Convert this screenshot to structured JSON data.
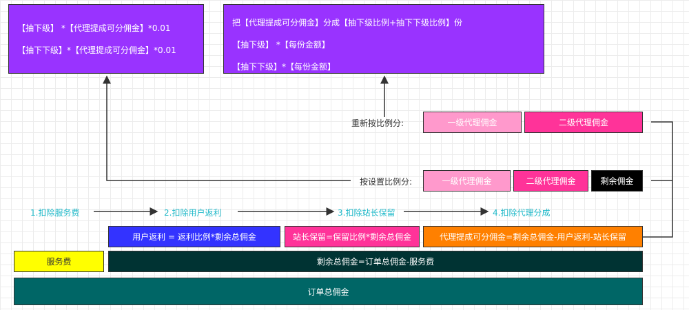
{
  "formula_left": {
    "line1": "【抽下级】 *【代理提成可分佣金】*0.01",
    "line2": "【抽下下级】*【代理提成可分佣金】*0.01"
  },
  "formula_right": {
    "line1": "把【代理提成可分佣金】分成【抽下级比例+抽下下级比例】份",
    "line2": "【抽下级】 *【每份金额】",
    "line3": "【抽下下级】*【每份金额】"
  },
  "labels": {
    "reallocate": "重新按比例分:",
    "by_setting": "按设置比例分:"
  },
  "row_reallocate": {
    "first": "一级代理佣金",
    "second": "二级代理佣金"
  },
  "row_setting": {
    "first": "一级代理佣金",
    "second": "二级代理佣金",
    "remaining": "剩余佣金"
  },
  "steps": {
    "s1": "1.扣除服务费",
    "s2": "2.扣除用户返利",
    "s3": "3.扣除站长保留",
    "s4": "4.扣除代理分成"
  },
  "components": {
    "user_rebate": "用户返利  = 返利比例*剩余总佣金",
    "owner_keep": "站长保留=保留比例*剩余总佣金",
    "agent_commission": "代理提成可分佣金=剩余总佣金-用户返利-站长保留"
  },
  "base": {
    "service_fee": "服务费",
    "remaining_total": "剩余总佣金=订单总佣金-服务费",
    "order_total": "订单总佣金"
  },
  "colors": {
    "purple": "#9933ff",
    "light_pink": "#ff99cc",
    "pink": "#ff3399",
    "black": "#000000",
    "blue": "#3333ff",
    "magenta": "#ff3399",
    "orange": "#ff8000",
    "yellow": "#ffff00",
    "dark_teal": "#003333",
    "teal": "#006666",
    "step_cyan": "#1fb9c9"
  }
}
